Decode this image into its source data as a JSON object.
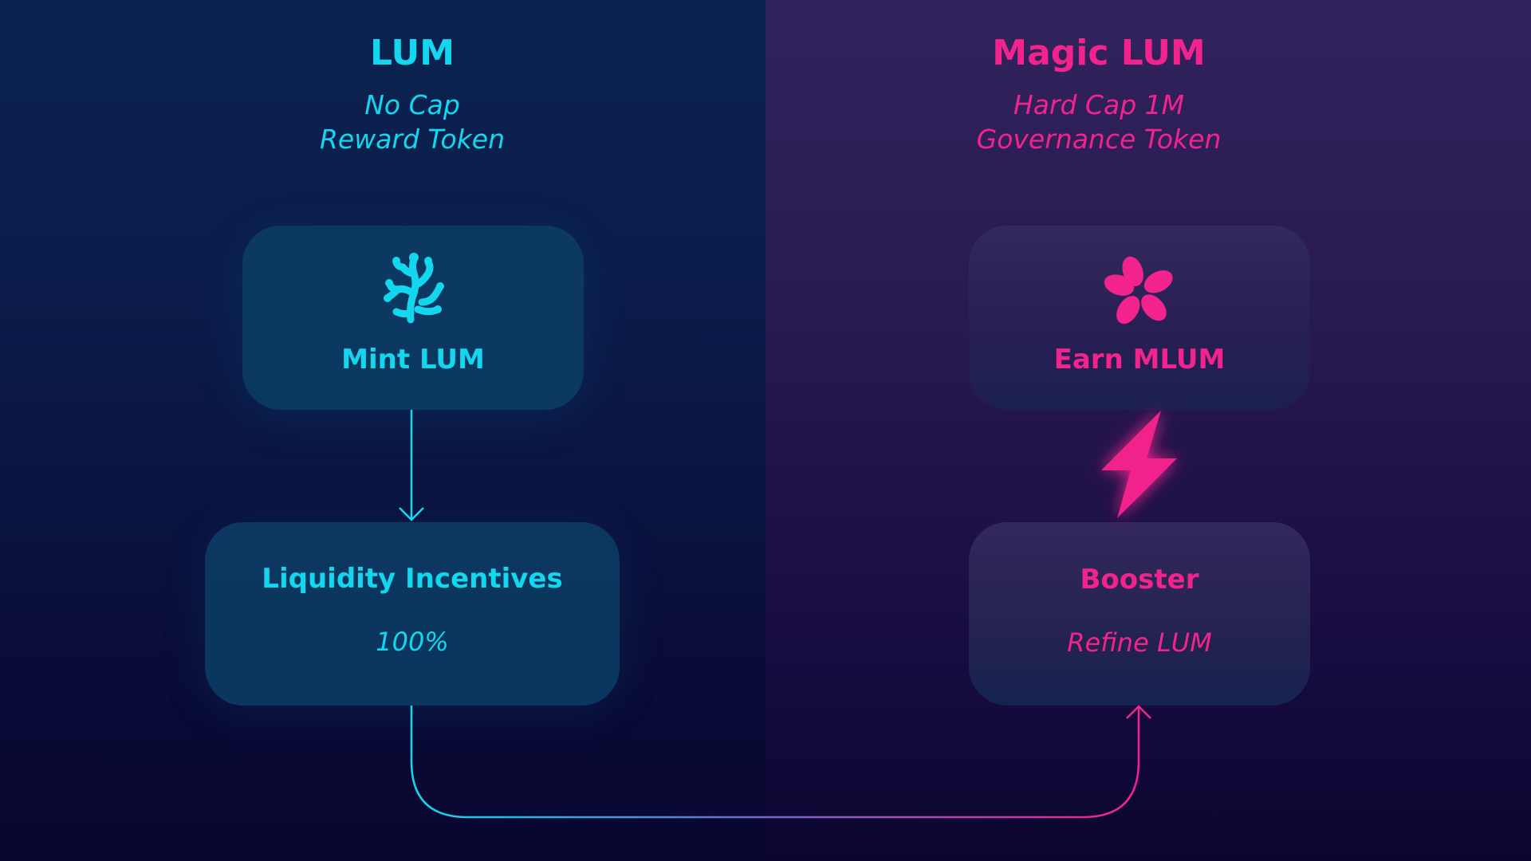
{
  "left": {
    "title": "LUM",
    "subtitle_line1": "No Cap",
    "subtitle_line2": "Reward Token",
    "color": "#12d7ee",
    "mint_box": {
      "label": "Mint LUM",
      "icon": "coral-icon"
    },
    "incentives_box": {
      "label": "Liquidity Incentives",
      "value": "100%"
    }
  },
  "right": {
    "title": "Magic LUM",
    "subtitle_line1": "Hard Cap 1M",
    "subtitle_line2": "Governance Token",
    "color": "#f2238c",
    "earn_box": {
      "label": "Earn MLUM",
      "icon": "flower-icon"
    },
    "bolt_icon": "lightning-bolt-icon",
    "booster_box": {
      "label": "Booster",
      "sub": "Refine LUM"
    }
  }
}
